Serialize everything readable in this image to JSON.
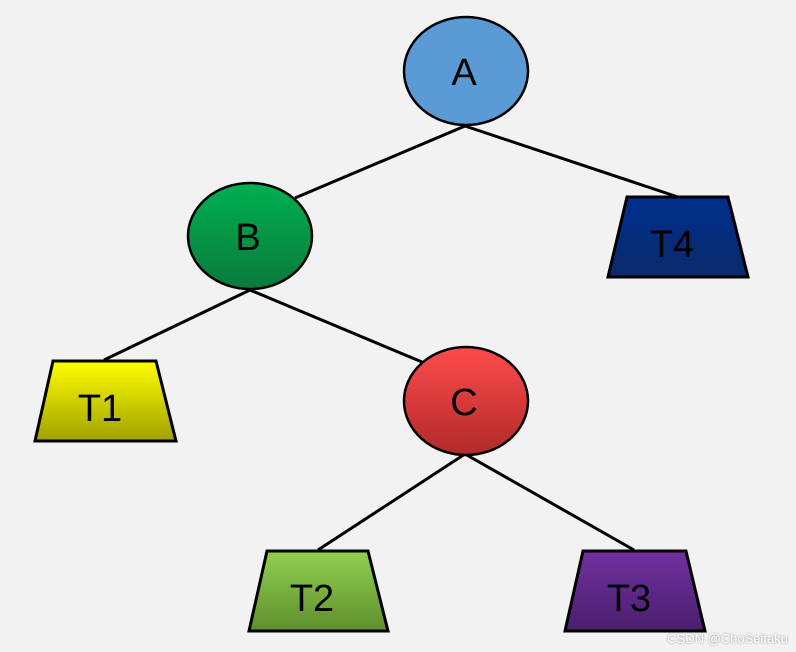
{
  "tree": {
    "nodes": [
      {
        "id": "A",
        "label": "A",
        "shape": "ellipse",
        "color_top": "#5b9bd5",
        "color_bottom": "#5b9bd5"
      },
      {
        "id": "B",
        "label": "B",
        "shape": "ellipse",
        "color_top": "#00b050",
        "color_bottom": "#0a7a3c"
      },
      {
        "id": "C",
        "label": "C",
        "shape": "ellipse",
        "color_top": "#ff4b4b",
        "color_bottom": "#b02a2a"
      },
      {
        "id": "T1",
        "label": "T1",
        "shape": "trapezoid",
        "color_top": "#ffff00",
        "color_bottom": "#a0a000"
      },
      {
        "id": "T2",
        "label": "T2",
        "shape": "trapezoid",
        "color_top": "#92d050",
        "color_bottom": "#5e8f2e"
      },
      {
        "id": "T3",
        "label": "T3",
        "shape": "trapezoid",
        "color_top": "#7030a0",
        "color_bottom": "#4a1f6e"
      },
      {
        "id": "T4",
        "label": "T4",
        "shape": "trapezoid",
        "color_top": "#002f8e",
        "color_bottom": "#0a2a6a"
      }
    ],
    "edges": [
      {
        "from": "A",
        "to": "B"
      },
      {
        "from": "A",
        "to": "T4"
      },
      {
        "from": "B",
        "to": "T1"
      },
      {
        "from": "B",
        "to": "C"
      },
      {
        "from": "C",
        "to": "T2"
      },
      {
        "from": "C",
        "to": "T3"
      }
    ]
  },
  "watermark": "CSDN @ChoSeitaku"
}
